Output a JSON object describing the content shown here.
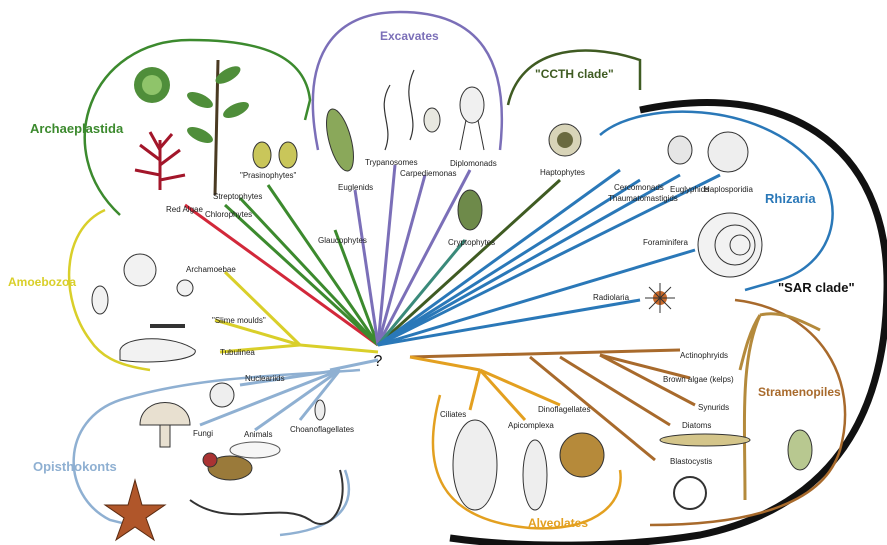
{
  "center_label": "?",
  "colors": {
    "archaeplastida": "#3c8a2e",
    "excavates": "#7b6fb8",
    "ccth": "#3f5b22",
    "rhizaria": "#2a78b8",
    "sar": "#111111",
    "stramenopiles": "#a86a2c",
    "alveolates": "#e3a020",
    "opisthokonts": "#8fb0d2",
    "amoebozoa": "#d9cf2a",
    "red_algae": "#d2283a",
    "cryptophytes": "#3a8a7a"
  },
  "groups": {
    "archaeplastida": "Archaeplastida",
    "excavates": "Excavates",
    "ccth": "\"CCTH clade\"",
    "rhizaria": "Rhizaria",
    "sar": "\"SAR clade\"",
    "stramenopiles": "Stramenopiles",
    "alveolates": "Alveolates",
    "opisthokonts": "Opisthokonts",
    "amoebozoa": "Amoebozoa"
  },
  "taxa": {
    "red_algae": "Red Algae",
    "streptophytes": "Streptophytes",
    "chlorophytes": "Chlorophytes",
    "prasinophytes": "\"Prasinophytes\"",
    "glaucophytes": "Glaucophytes",
    "euglenids": "Euglenids",
    "trypanosomes": "Trypanosomes",
    "carpediemonas": "Carpediemonas",
    "diplomonads": "Diplomonads",
    "haptophytes": "Haptophytes",
    "cryptophytes": "Cryptophytes",
    "cercomonads": "Cercomonads",
    "thaumatomastigids": "Thaumatomastigids",
    "euglyphids": "Euglyphids",
    "haplosporidia": "Haplosporidia",
    "foraminifera": "Foraminifera",
    "radiolaria": "Radiolaria",
    "actinophryids": "Actinophryids",
    "brown_algae": "Brown algae (kelps)",
    "synurids": "Synurids",
    "diatoms": "Diatoms",
    "blastocystis": "Blastocystis",
    "ciliates": "Ciliates",
    "dinoflagellates": "Dinoflagellates",
    "apicomplexa": "Apicomplexa",
    "archamoebae": "Archamoebae",
    "slime_moulds": "\"Slime moulds\"",
    "tubulinea": "Tubulinea",
    "nucleariids": "Nucleariids",
    "fungi": "Fungi",
    "animals": "Animals",
    "choanoflagellates": "Choanoflagellates"
  }
}
